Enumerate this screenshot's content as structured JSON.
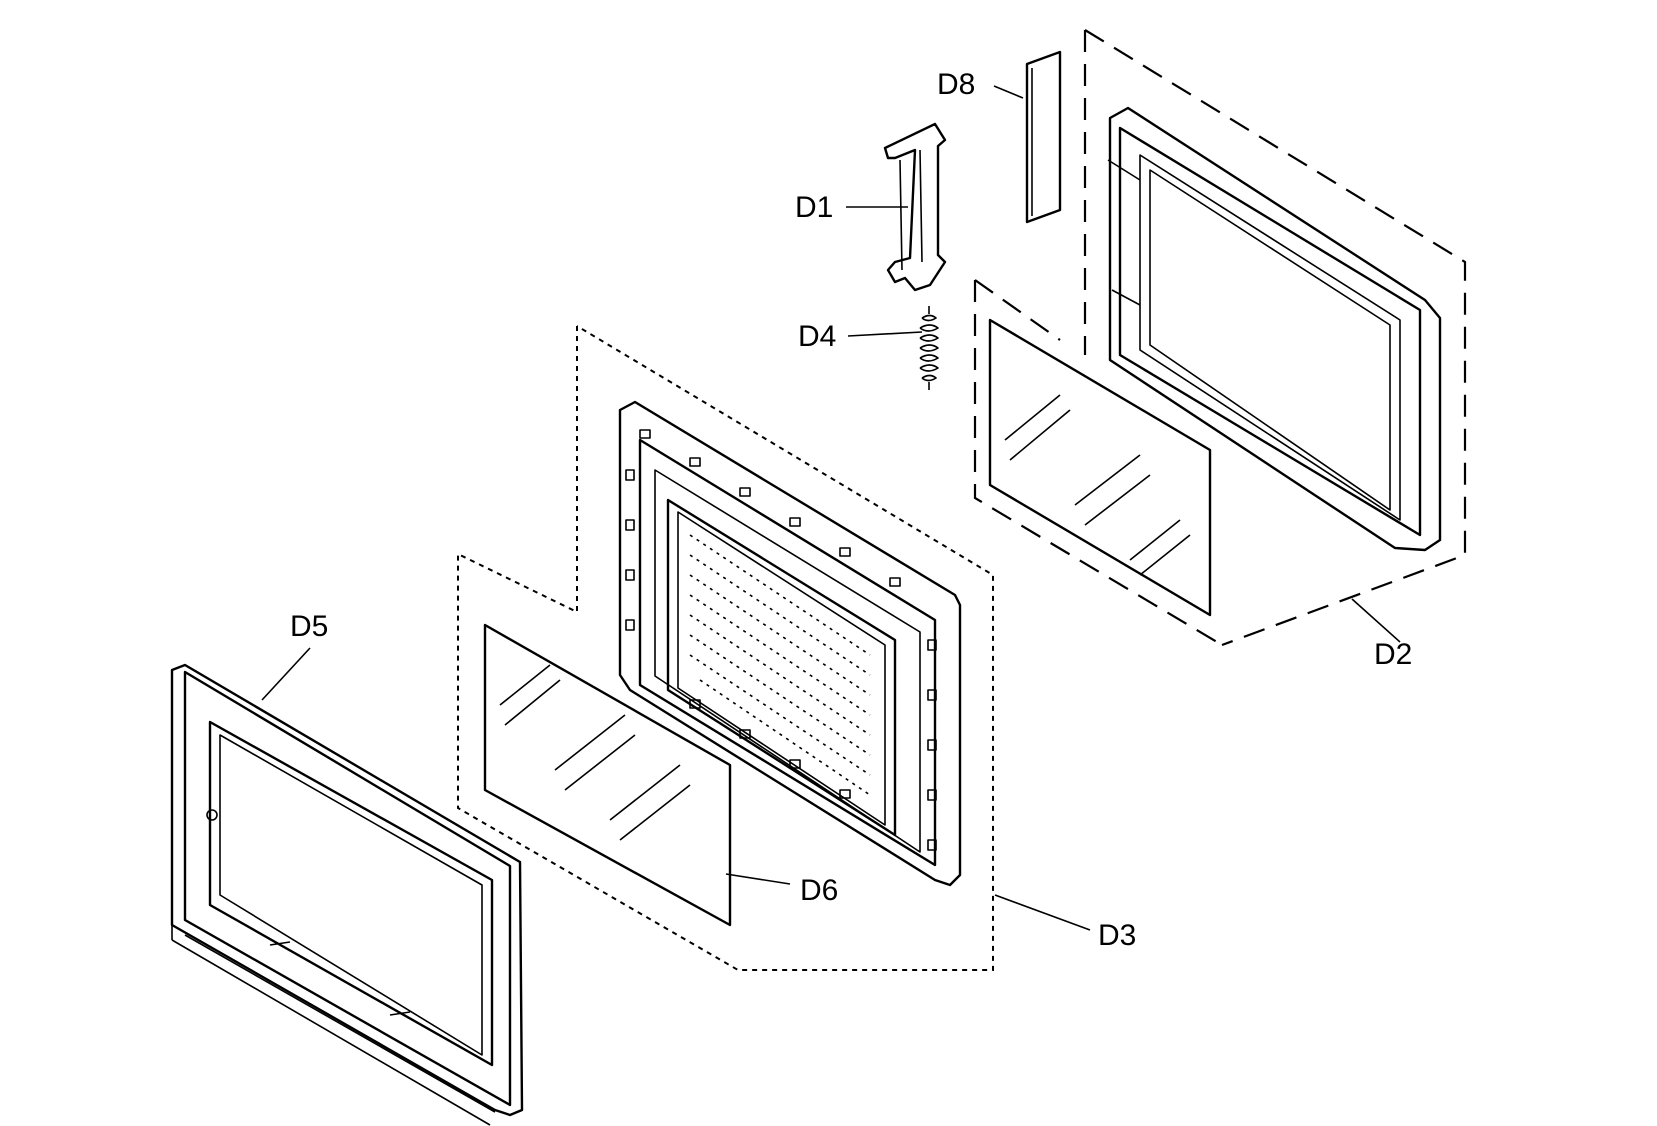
{
  "labels": {
    "d1": "D1",
    "d2": "D2",
    "d3": "D3",
    "d4": "D4",
    "d5": "D5",
    "d6": "D6",
    "d8": "D8"
  },
  "colors": {
    "line": "#000000",
    "background": "#ffffff"
  }
}
